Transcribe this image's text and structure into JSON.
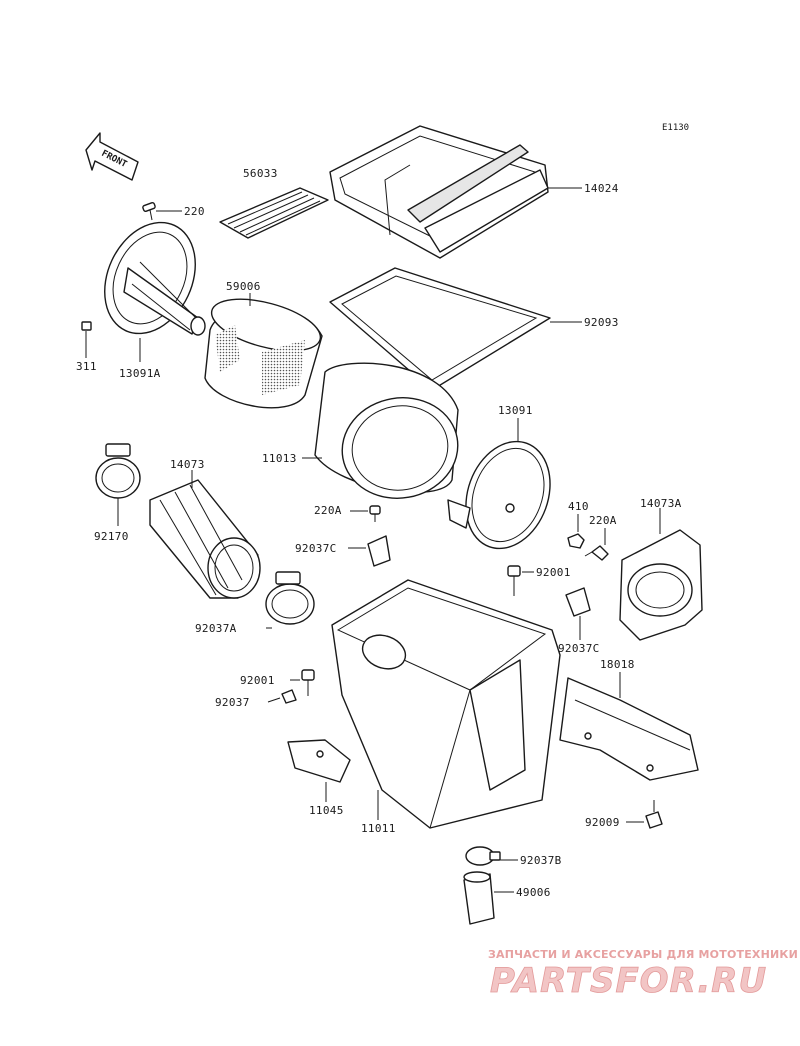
{
  "diagram_code": "E1130",
  "front_label": "FRONT",
  "watermark": {
    "caption": "ЗАПЧАСТИ И АКСЕССУАРЫ ДЛЯ МОТОТЕХНИКИ",
    "logo_text": "PARTSFOR.RU"
  },
  "callouts": {
    "p220": "220",
    "p311": "311",
    "p13091A": "13091A",
    "p56033": "56033",
    "p14024": "14024",
    "p59006": "59006",
    "p92093": "92093",
    "p11013": "11013",
    "p13091": "13091",
    "p14073": "14073",
    "p92170": "92170",
    "p220A_left": "220A",
    "p410": "410",
    "p220A_right": "220A",
    "p14073A": "14073A",
    "p92037C_left": "92037C",
    "p92001_right": "92001",
    "p92037A": "92037A",
    "p92037C_right": "92037C",
    "p18018": "18018",
    "p92001_left": "92001",
    "p92037": "92037",
    "p11045": "11045",
    "p11011": "11011",
    "p92009": "92009",
    "p92037B": "92037B",
    "p49006": "49006"
  }
}
